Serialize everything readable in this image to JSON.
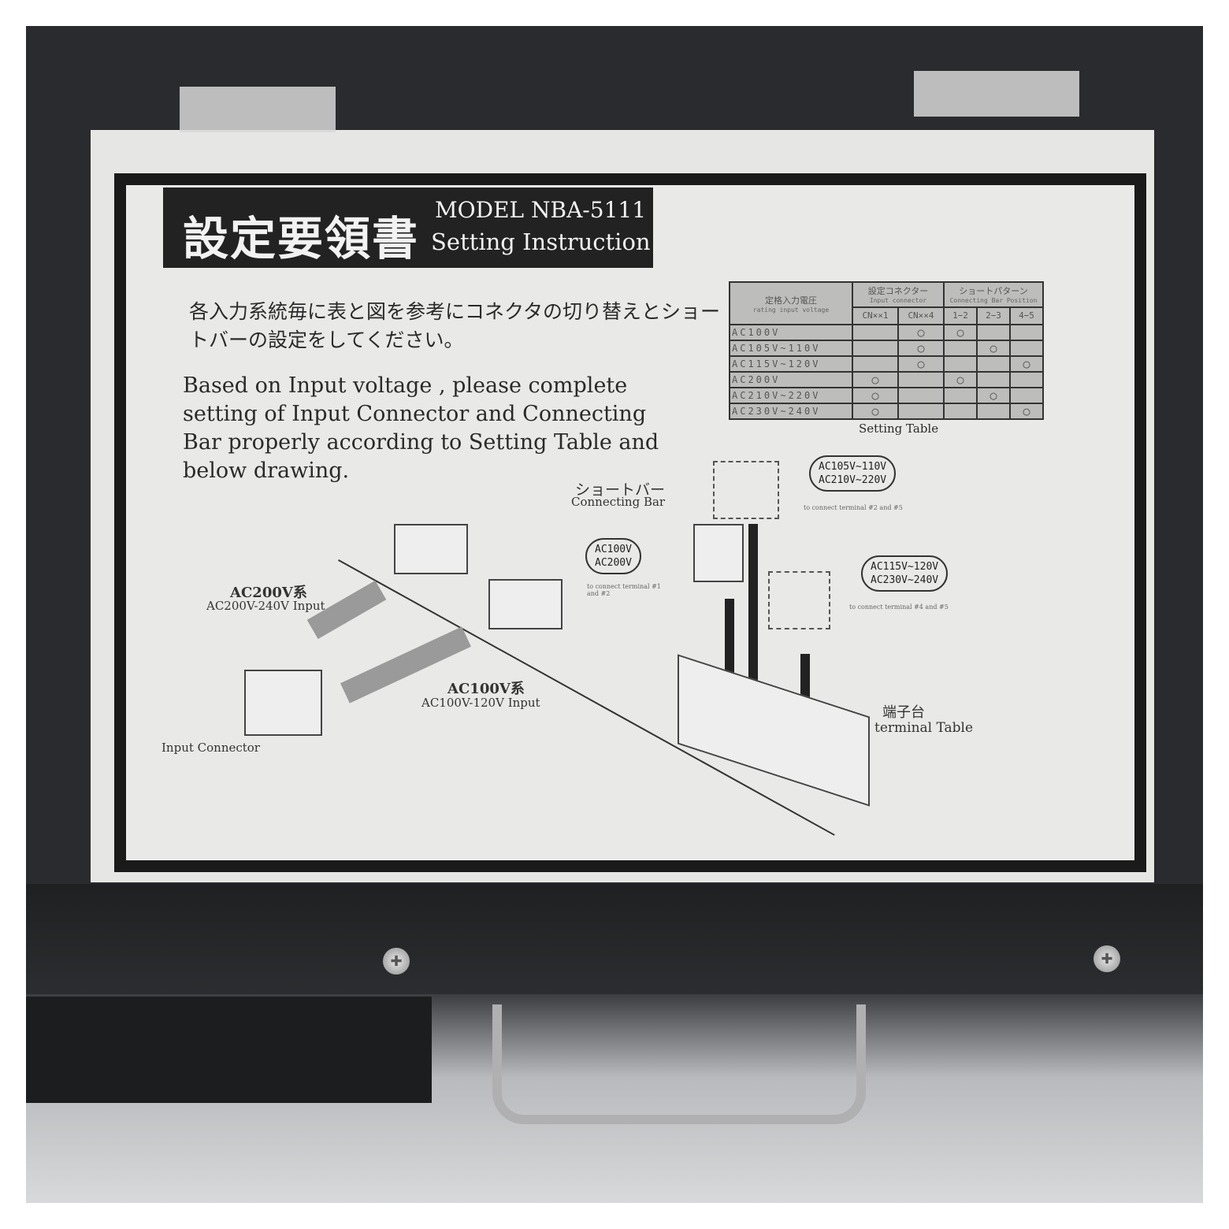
{
  "header": {
    "title_jp": "設定要領書",
    "model": "MODEL NBA-5111",
    "subtitle": "Setting Instruction"
  },
  "instructions": {
    "jp": "各入力系統毎に表と図を参考にコネクタの切り替えとショートバーの設定をしてください。",
    "en": "Based on Input voltage , please complete setting of Input Connector and Connecting Bar properly according to Setting Table and below drawing."
  },
  "setting_table": {
    "caption": "Setting Table",
    "head_voltage_jp": "定格入力電圧",
    "head_voltage_en": "rating input voltage",
    "head_connector_jp": "設定コネクター",
    "head_connector_en": "Input connector",
    "head_bar_jp": "ショートパターン",
    "head_bar_en": "Connecting Bar Position",
    "sub_columns": [
      "CN××1",
      "CN××4",
      "1−2",
      "2−3",
      "4−5"
    ],
    "rows": [
      {
        "voltage": "AC100V",
        "cells": [
          "",
          "○",
          "○",
          "",
          ""
        ]
      },
      {
        "voltage": "AC105V~110V",
        "cells": [
          "",
          "○",
          "",
          "○",
          ""
        ]
      },
      {
        "voltage": "AC115V~120V",
        "cells": [
          "",
          "○",
          "",
          "",
          "○"
        ]
      },
      {
        "voltage": "AC200V",
        "cells": [
          "○",
          "",
          "○",
          "",
          ""
        ]
      },
      {
        "voltage": "AC210V~220V",
        "cells": [
          "○",
          "",
          "",
          "○",
          ""
        ]
      },
      {
        "voltage": "AC230V~240V",
        "cells": [
          "○",
          "",
          "",
          "",
          "○"
        ]
      }
    ]
  },
  "diagram": {
    "bar_jp": "ショートバー",
    "bar_en": "Connecting Bar",
    "oval1": [
      "AC105V~110V",
      "AC210V~220V"
    ],
    "oval1_note": "to connect terminal #2 and #5",
    "oval2": [
      "AC100V",
      "AC200V"
    ],
    "oval2_note": "to connect terminal #1 and #2",
    "oval3": [
      "AC115V~120V",
      "AC230V~240V"
    ],
    "oval3_note": "to connect terminal #4 and #5",
    "ac200_label": "AC200V系",
    "ac200_sub": "AC200V-240V Input",
    "ac100_label": "AC100V系",
    "ac100_sub": "AC100V-120V Input",
    "input_connector": "Input Connector",
    "terminal_jp": "端子台",
    "terminal_en": "terminal Table"
  }
}
